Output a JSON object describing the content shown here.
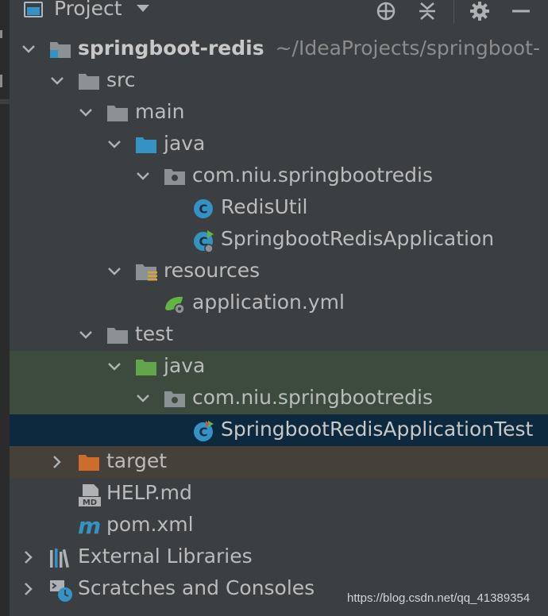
{
  "panel": {
    "title": "Project"
  },
  "header_icons": [
    "locate-icon",
    "collapse-all-icon",
    "gear-icon",
    "hide-icon"
  ],
  "tree": {
    "root": {
      "name": "springboot-redis",
      "path": "~/IdeaProjects/springboot-"
    },
    "src": "src",
    "main": "main",
    "main_java": "java",
    "main_package": "com.niu.springbootredis",
    "redis_util": "RedisUtil",
    "app_class": "SpringbootRedisApplication",
    "resources": "resources",
    "app_yml": "application.yml",
    "test": "test",
    "test_java": "java",
    "test_package": "com.niu.springbootredis",
    "test_class": "SpringbootRedisApplicationTest",
    "target": "target",
    "help_md": "HELP.md",
    "pom": "pom.xml",
    "external_libraries": "External Libraries",
    "scratches": "Scratches and Consoles"
  },
  "watermark": "https://blog.csdn.net/qq_41389354",
  "colors": {
    "background": "#3c3f41",
    "selected_row": "#0d293e",
    "test_row": "#3d4b3f",
    "excluded_row": "#45403a",
    "folder": "#8c9193",
    "source_folder": "#3592c4",
    "test_folder": "#62a54a",
    "excluded_folder": "#cc6d2e"
  }
}
